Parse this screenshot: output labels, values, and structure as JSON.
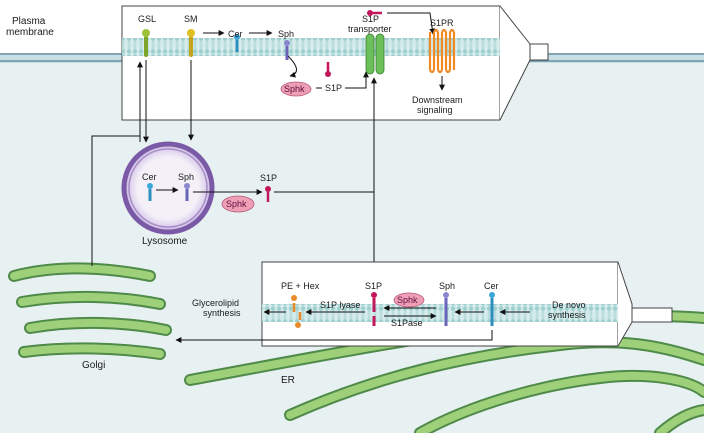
{
  "labels": {
    "plasma_membrane": [
      "Plasma",
      "membrane"
    ],
    "gsl": "GSL",
    "sm": "SM",
    "cer_top": "Cer",
    "sph_top": "Sph",
    "s1p_transporter": [
      "S1P",
      "transporter"
    ],
    "s1pr": "S1PR",
    "s1p_top": "S1P",
    "sphk_top": "Sphk",
    "downstream": [
      "Downstream",
      "signaling"
    ],
    "cer_lyso": "Cer",
    "sph_lyso": "Sph",
    "s1p_lyso": "S1P",
    "sphk_lyso": "Sphk",
    "lysosome": "Lysosome",
    "pe_hex": "PE + Hex",
    "s1p_er": "S1P",
    "sph_er": "Sph",
    "cer_er": "Cer",
    "sphk_er": "Sphk",
    "s1p_lyase": "S1P lyase",
    "s1pase": "S1Pase",
    "de_novo": [
      "De novo",
      "synthesis"
    ],
    "glycerolipid": [
      "Glycerolipid",
      "synthesis"
    ],
    "golgi": "Golgi",
    "er": "ER"
  },
  "colors": {
    "background_cytosol": "#e7f1f1",
    "membrane": "#b9d9d9",
    "gsl": "#9dc23a",
    "sm": "#e0c022",
    "cer": "#3aa6d8",
    "sph": "#8b86d0",
    "s1p": "#c2185b",
    "s1p_transporter": "#6cc05a",
    "s1pr": "#f08a24",
    "sphk": "#ee9fb6",
    "lysosome": "#7a5aa6",
    "golgi": "#8cc86a",
    "er": "#8cc86a",
    "pe_hex": "#e8892a"
  }
}
